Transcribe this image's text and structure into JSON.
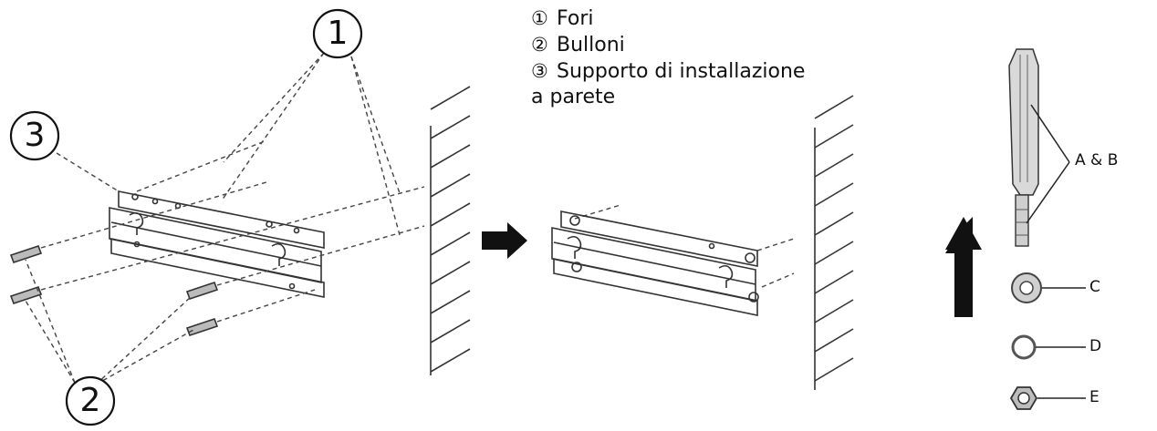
{
  "legend": {
    "items": [
      {
        "symbol": "①",
        "text": "Fori"
      },
      {
        "symbol": "②",
        "text": "Bulloni"
      },
      {
        "symbol": "③",
        "text": "Supporto di installazione"
      }
    ],
    "continuation": "a parete"
  },
  "callouts": {
    "holes": "1",
    "bolts": "2",
    "bracket": "3"
  },
  "parts": {
    "ab": "A & B",
    "c": "C",
    "d": "D",
    "e": "E"
  },
  "icons": [
    "right-arrow-icon",
    "up-arrow-icon"
  ]
}
